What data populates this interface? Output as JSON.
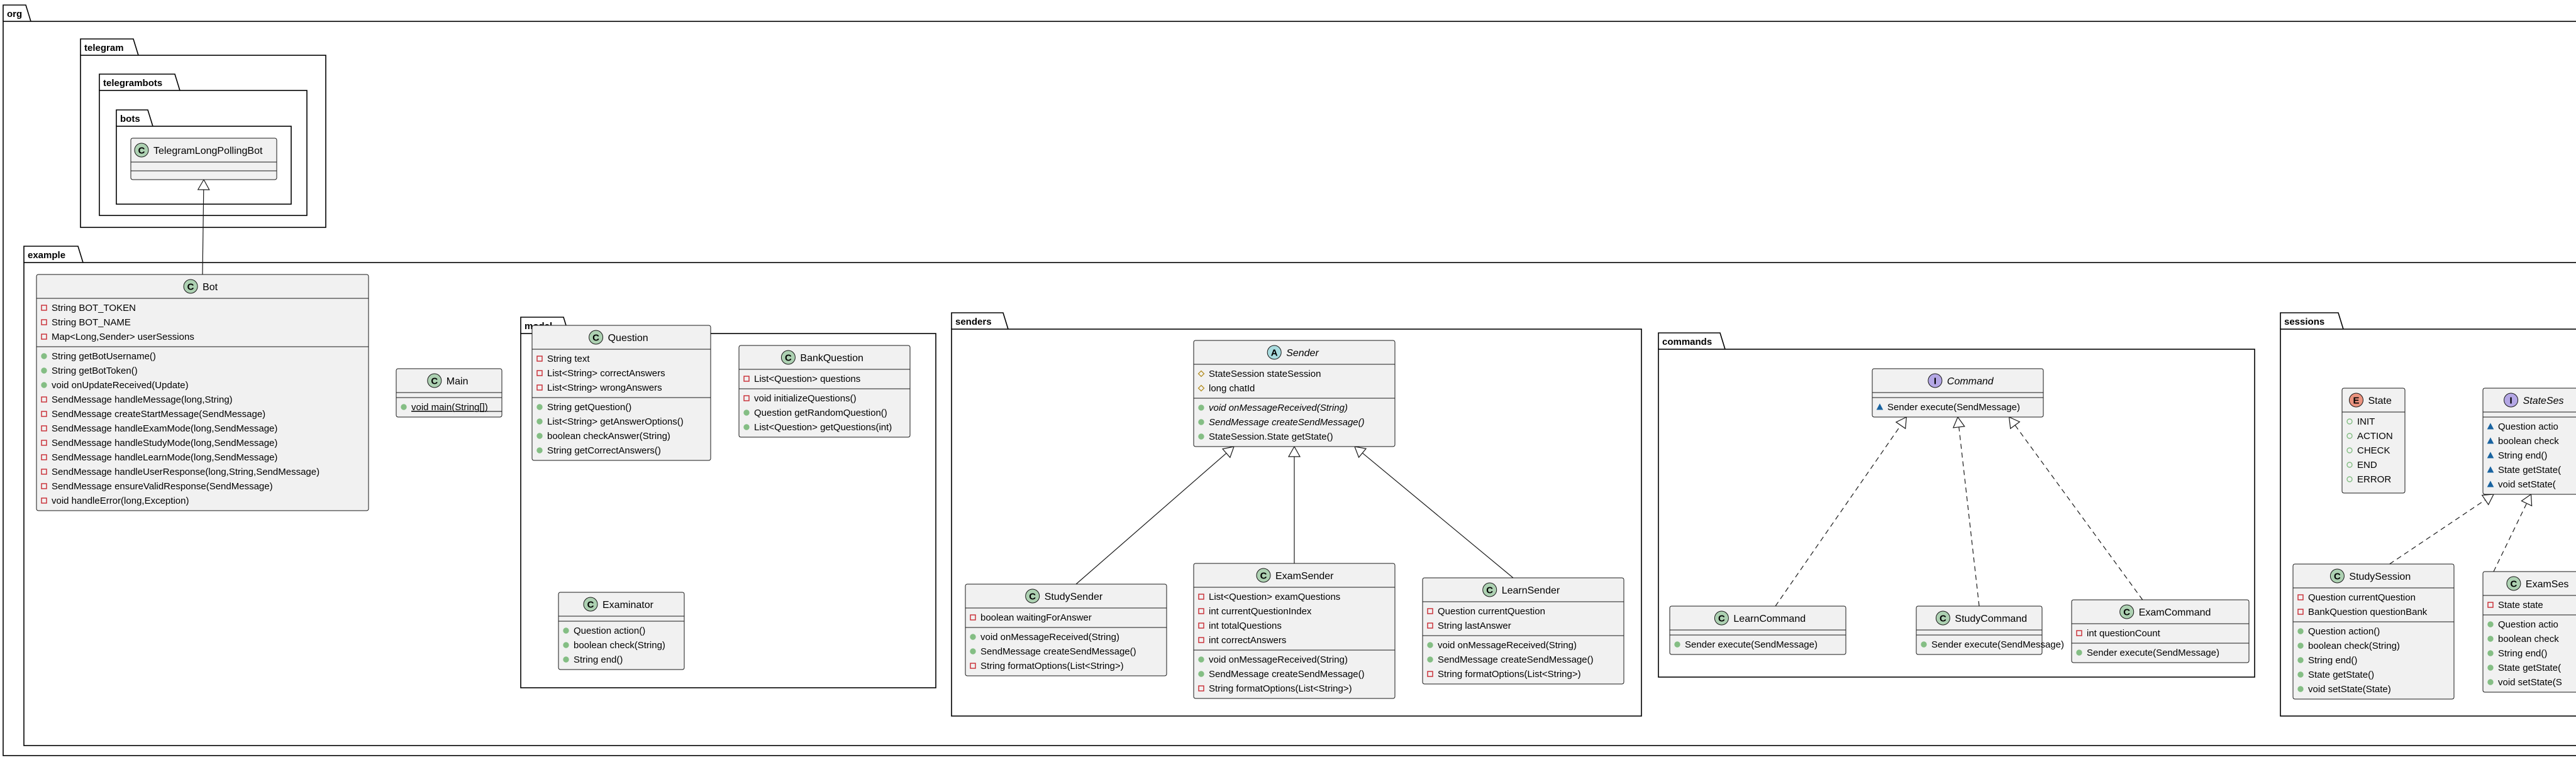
{
  "packages": {
    "org": "org",
    "telegram": "telegram",
    "telegrambots": "telegrambots",
    "bots": "bots",
    "example": "example",
    "model": "model",
    "senders": "senders",
    "commands": "commands",
    "sessions": "sessions"
  },
  "colors": {
    "class_fill": "#F1F1F1",
    "class_border": "#181818",
    "class_marker": "#ADD1B2",
    "abstract_marker": "#A9DCDF",
    "interface_marker": "#B4A7E5",
    "enum_marker": "#EB937F",
    "private_field": "#C82930",
    "public_member": "#84BE84",
    "package_member": "#1963A0",
    "protected_member": "#FFFF44"
  },
  "classes": {
    "telegram_long_polling_bot": {
      "name": "TelegramLongPollingBot",
      "stereotype": "C"
    },
    "bot": {
      "name": "Bot",
      "stereotype": "C",
      "fields": [
        "String BOT_TOKEN",
        "String BOT_NAME",
        "Map<Long,Sender> userSessions"
      ],
      "methods": [
        "String getBotUsername()",
        "String getBotToken()",
        "void onUpdateReceived(Update)",
        "SendMessage handleMessage(long,String)",
        "SendMessage createStartMessage(SendMessage)",
        "SendMessage handleExamMode(long,SendMessage)",
        "SendMessage handleStudyMode(long,SendMessage)",
        "SendMessage handleLearnMode(long,SendMessage)",
        "SendMessage handleUserResponse(long,String,SendMessage)",
        "SendMessage ensureValidResponse(SendMessage)",
        "void handleError(long,Exception)"
      ]
    },
    "main": {
      "name": "Main",
      "stereotype": "C",
      "methods": [
        "void main(String[])"
      ]
    },
    "question": {
      "name": "Question",
      "stereotype": "C",
      "fields": [
        "String text",
        "List<String> correctAnswers",
        "List<String> wrongAnswers"
      ],
      "methods": [
        "String getQuestion()",
        "List<String> getAnswerOptions()",
        "boolean checkAnswer(String)",
        "String getCorrectAnswers()"
      ]
    },
    "bank_question": {
      "name": "BankQuestion",
      "stereotype": "C",
      "fields": [
        "List<Question> questions"
      ],
      "methods": [
        "void initializeQuestions()",
        "Question getRandomQuestion()",
        "List<Question> getQuestions(int)"
      ]
    },
    "examinator": {
      "name": "Examinator",
      "stereotype": "C",
      "methods": [
        "Question action()",
        "boolean check(String)",
        "String end()"
      ]
    },
    "sender": {
      "name": "Sender",
      "stereotype": "A",
      "fields": [
        "StateSession stateSession",
        "long chatId"
      ],
      "methods": [
        "void onMessageReceived(String)",
        "SendMessage createSendMessage()",
        "StateSession.State getState()"
      ]
    },
    "study_sender": {
      "name": "StudySender",
      "stereotype": "C",
      "fields": [
        "boolean waitingForAnswer"
      ],
      "methods": [
        "void onMessageReceived(String)",
        "SendMessage createSendMessage()",
        "String formatOptions(List<String>)"
      ]
    },
    "exam_sender": {
      "name": "ExamSender",
      "stereotype": "C",
      "fields": [
        "List<Question> examQuestions",
        "int currentQuestionIndex",
        "int totalQuestions",
        "int correctAnswers"
      ],
      "methods": [
        "void onMessageReceived(String)",
        "SendMessage createSendMessage()",
        "String formatOptions(List<String>)"
      ]
    },
    "learn_sender": {
      "name": "LearnSender",
      "stereotype": "C",
      "fields": [
        "Question currentQuestion",
        "String lastAnswer"
      ],
      "methods": [
        "void onMessageReceived(String)",
        "SendMessage createSendMessage()",
        "String formatOptions(List<String>)"
      ]
    },
    "command": {
      "name": "Command",
      "stereotype": "I",
      "methods": [
        "Sender execute(SendMessage)"
      ]
    },
    "learn_command": {
      "name": "LearnCommand",
      "stereotype": "C",
      "methods": [
        "Sender execute(SendMessage)"
      ]
    },
    "study_command": {
      "name": "StudyCommand",
      "stereotype": "C",
      "methods": [
        "Sender execute(SendMessage)"
      ]
    },
    "exam_command": {
      "name": "ExamCommand",
      "stereotype": "C",
      "fields": [
        "int questionCount"
      ],
      "methods": [
        "Sender execute(SendMessage)"
      ]
    },
    "state": {
      "name": "State",
      "stereotype": "E",
      "fields": [
        "INIT",
        "ACTION",
        "CHECK",
        "END",
        "ERROR"
      ]
    },
    "state_session": {
      "name": "StateSes",
      "stereotype": "I",
      "methods": [
        "Question actio",
        "boolean check",
        "String end()",
        "State getState(",
        "void setState("
      ]
    },
    "study_session": {
      "name": "StudySession",
      "stereotype": "C",
      "fields": [
        "Question currentQuestion",
        "BankQuestion questionBank"
      ],
      "methods": [
        "Question action()",
        "boolean check(String)",
        "String end()",
        "State getState()",
        "void setState(State)"
      ]
    },
    "exam_session": {
      "name": "ExamSes",
      "stereotype": "C",
      "fields": [
        "State state"
      ],
      "methods": [
        "Question actio",
        "boolean check",
        "String end()",
        "State getState(",
        "void setState(S"
      ]
    }
  }
}
